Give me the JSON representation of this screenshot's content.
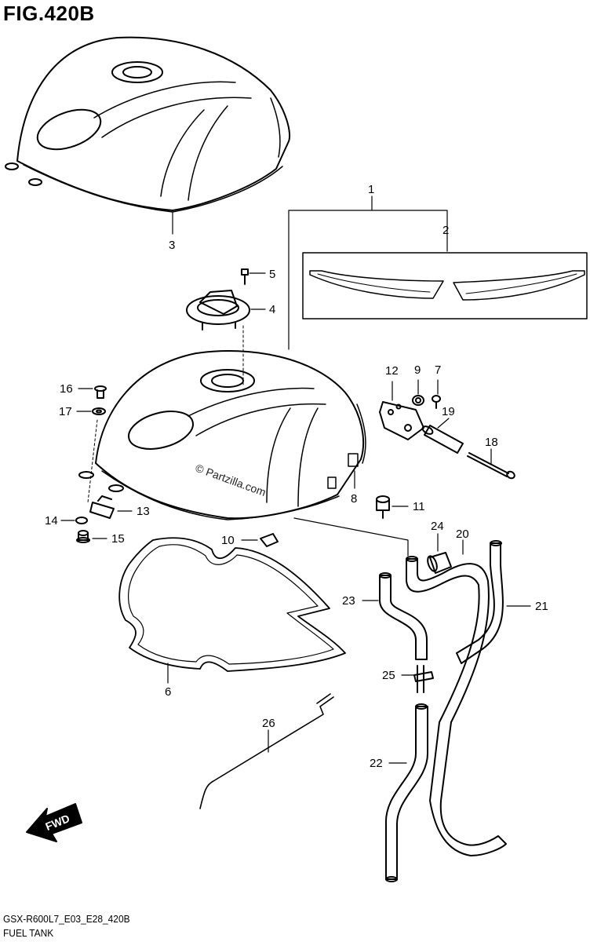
{
  "header": {
    "figure": "FIG.420B"
  },
  "footer": {
    "code": "GSX-R600L7_E03_E28_420B",
    "name": "FUEL TANK"
  },
  "watermark": "© Partzilla.com",
  "fwd_label": "FWD",
  "callouts": [
    "1",
    "2",
    "3",
    "4",
    "5",
    "6",
    "7",
    "8",
    "9",
    "10",
    "11",
    "12",
    "13",
    "14",
    "15",
    "16",
    "17",
    "18",
    "19",
    "20",
    "21",
    "22",
    "23",
    "24",
    "25",
    "26"
  ]
}
